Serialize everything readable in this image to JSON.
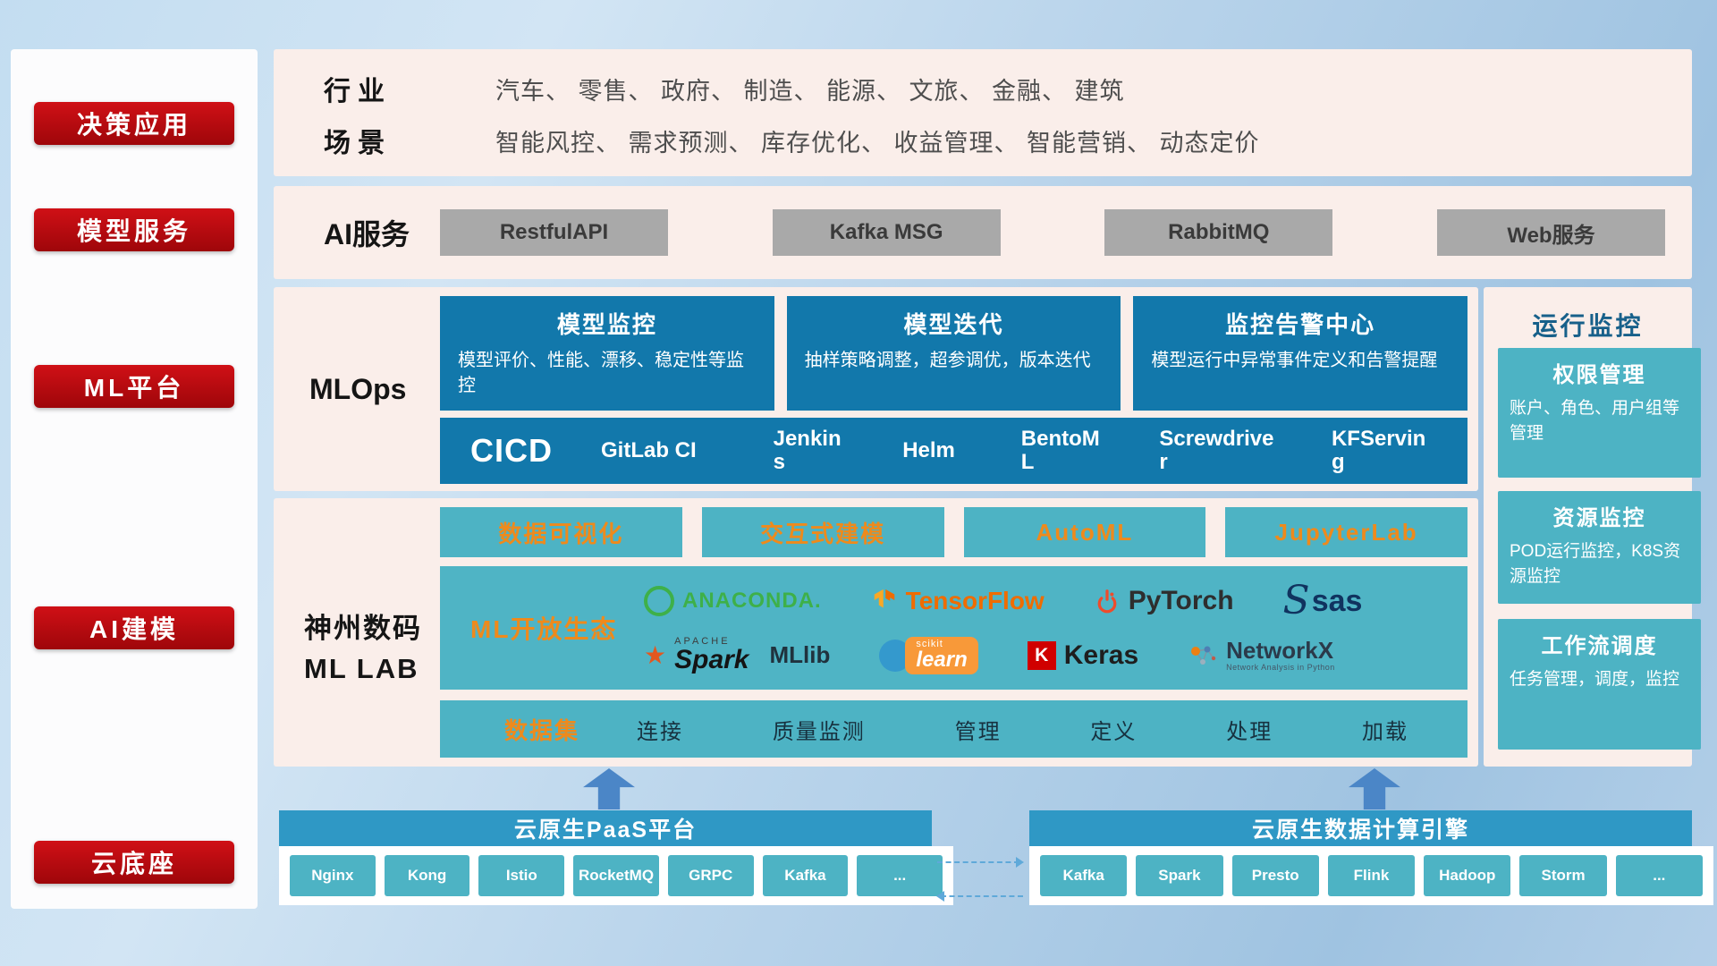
{
  "sidebar": {
    "items": [
      {
        "label": "决策应用"
      },
      {
        "label": "模型服务"
      },
      {
        "label": "ML平台"
      },
      {
        "label": "AI建模"
      },
      {
        "label": "云底座"
      }
    ]
  },
  "industry": {
    "rows": [
      {
        "label": "行业",
        "text": "汽车、 零售、 政府、 制造、 能源、 文旅、 金融、 建筑"
      },
      {
        "label": "场景",
        "text": "智能风控、 需求预测、 库存优化、 收益管理、 智能营销、 动态定价"
      }
    ]
  },
  "ai_service": {
    "label": "AI服务",
    "buttons": [
      "RestfulAPI",
      "Kafka MSG",
      "RabbitMQ",
      "Web服务"
    ]
  },
  "mlops": {
    "label": "MLOps",
    "cards": [
      {
        "title": "模型监控",
        "body": "模型评价、性能、漂移、稳定性等监控"
      },
      {
        "title": "模型迭代",
        "body": "抽样策略调整，超参调优，版本迭代"
      },
      {
        "title": "监控告警中心",
        "body": "模型运行中异常事件定义和告警提醒"
      }
    ],
    "cicd": {
      "label": "CICD",
      "items": [
        "GitLab CI",
        "Jenkins",
        "Helm",
        "BentoML",
        "Screwdriver",
        "KFServing"
      ]
    }
  },
  "monitoring": {
    "title": "运行监控",
    "cards": [
      {
        "title": "权限管理",
        "body": "账户、角色、用户组等管理"
      },
      {
        "title": "资源监控",
        "body": "POD运行监控，K8S资源监控"
      },
      {
        "title": "工作流调度",
        "body": "任务管理，调度，监控"
      }
    ]
  },
  "mllab": {
    "label_line1": "神州数码",
    "label_line2": "ML LAB",
    "tools": [
      "数据可视化",
      "交互式建模",
      "AutoML",
      "JupyterLab"
    ],
    "ecosystem": {
      "label": "ML开放生态",
      "logos": {
        "anaconda": "ANACONDA.",
        "tensorflow": "TensorFlow",
        "pytorch": "PyTorch",
        "sas": "sas",
        "spark_apache": "APACHE",
        "spark": "Spark",
        "mllib": "MLlib",
        "scikit_top": "scikit",
        "scikit_learn": "learn",
        "keras_k": "K",
        "keras": "Keras",
        "networkx": "NetworkX",
        "networkx_sub": "Network Analysis in Python"
      }
    },
    "dataset": {
      "label": "数据集",
      "items": [
        "连接",
        "质量监测",
        "管理",
        "定义",
        "处理",
        "加载"
      ]
    }
  },
  "cloud": {
    "paas": {
      "title": "云原生PaaS平台",
      "chips": [
        "Nginx",
        "Kong",
        "Istio",
        "RocketMQ",
        "GRPC",
        "Kafka",
        "..."
      ]
    },
    "engine": {
      "title": "云原生数据计算引擎",
      "chips": [
        "Kafka",
        "Spark",
        "Presto",
        "Flink",
        "Hadoop",
        "Storm",
        "..."
      ]
    }
  },
  "colors": {
    "badge_red": "#b90b10",
    "panel_pink": "#faeeea",
    "card_blue": "#1278ab",
    "teal": "#4db3c4",
    "bar_blue": "#2f98c5",
    "orange_text": "#ee8a1c"
  }
}
